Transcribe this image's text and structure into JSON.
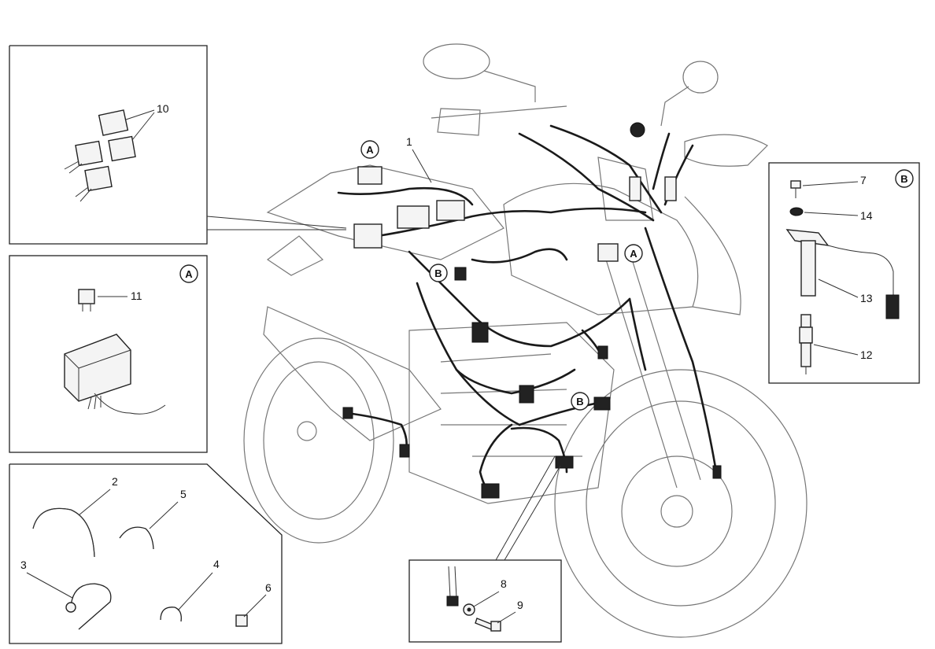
{
  "diagram": {
    "callouts": {
      "c1": "1",
      "c2": "2",
      "c3": "3",
      "c4": "4",
      "c5": "5",
      "c6": "6",
      "c7": "7",
      "c8": "8",
      "c9": "9",
      "c10": "10",
      "c11": "11",
      "c12": "12",
      "c13": "13",
      "c14": "14"
    },
    "detail_markers": {
      "a": "A",
      "b": "B"
    }
  }
}
